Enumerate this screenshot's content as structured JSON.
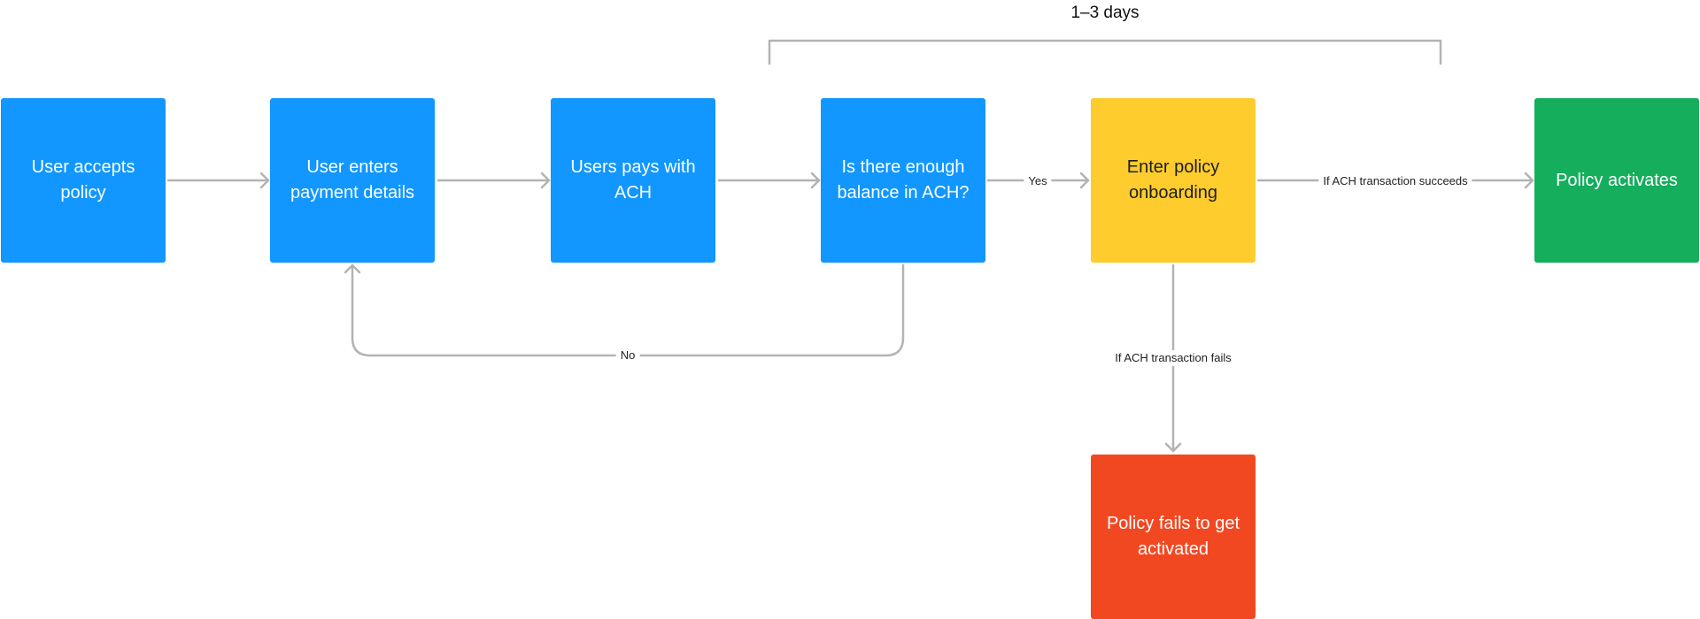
{
  "colors": {
    "step": "#1197FF",
    "onboarding": "#FECD2D",
    "success": "#14AE5C",
    "failure": "#F24822",
    "connector": "#B3B3B3"
  },
  "duration_label": "1–3 days",
  "nodes": {
    "accept": "User accepts policy",
    "enter_details": "User enters payment details",
    "pay_ach": "Users pays with ACH",
    "balance_check": "Is there enough balance in ACH?",
    "onboarding": "Enter policy onboarding",
    "activated": "Policy activates",
    "failed": "Policy fails to get activated"
  },
  "edge_labels": {
    "yes": "Yes",
    "no": "No",
    "succeeds": "If ACH transaction succeeds",
    "fails": "If ACH transaction fails"
  }
}
